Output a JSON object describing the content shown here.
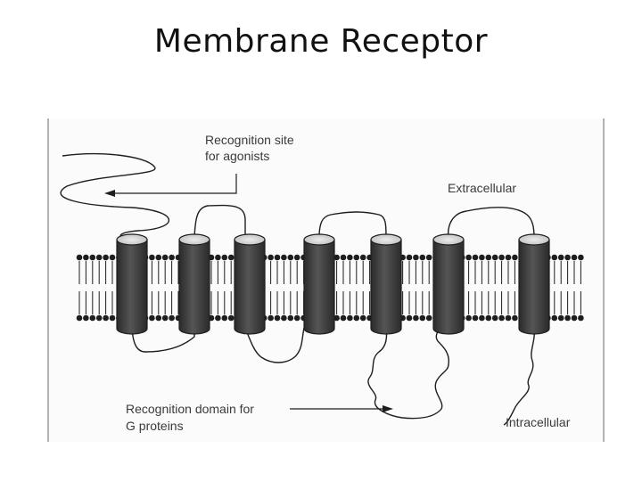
{
  "slide": {
    "title": "Membrane Receptor"
  },
  "figure": {
    "labels": {
      "agonist_site_line1": "Recognition site",
      "agonist_site_line2": "for agonists",
      "extracellular": "Extracellular",
      "g_protein_line1": "Recognition domain for",
      "g_protein_line2": "G proteins",
      "intracellular": "Intracellular"
    },
    "transmembrane_helices": 7,
    "colors": {
      "ink": "#1e1e1e",
      "helix_fill": "#3c3c3c",
      "helix_top": "#d6d6d6",
      "label": "#3a3a3a",
      "figure_bg": "#fbfbfb"
    }
  }
}
